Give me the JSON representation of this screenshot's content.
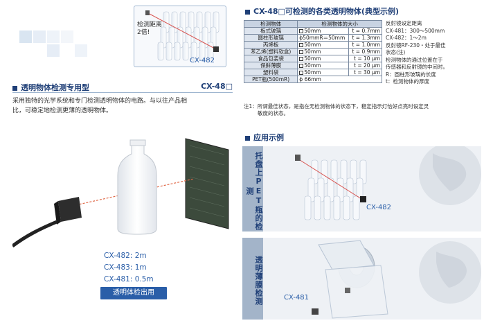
{
  "top_callout": {
    "line1": "检测距离",
    "line2": "2倍!",
    "model": "CX-482"
  },
  "section1": {
    "title": "透明物体检测专用型",
    "series": "CX-48□",
    "desc_line1": "采用独特的光学系统和专门检测透明物体的电路。与以往产品相",
    "desc_line2": "比，可稳定地检测更薄的透明物体。"
  },
  "models": [
    "CX-482: 2m",
    "CX-483: 1m",
    "CX-481: 0.5m"
  ],
  "badge": "透明体检出用",
  "section2": {
    "title": "CX-48□可检测的各类透明物体(典型示例)",
    "table_header_obj": "检测物体",
    "table_header_size": "检测物体的大小",
    "rows": [
      {
        "name": "板式玻璃",
        "size": "50mm",
        "size_box": true,
        "thick": "t = 0.7mm"
      },
      {
        "name": "圆柱形玻璃",
        "size": "ϕ50mmR＝50mm",
        "size_box": false,
        "thick": "t = 1.3mm"
      },
      {
        "name": "丙烯板",
        "size": "50mm",
        "size_box": true,
        "thick": "t = 1.0mm"
      },
      {
        "name": "苯乙烯(塑料软盒)",
        "size": "50mm",
        "size_box": true,
        "thick": "t = 0.9mm"
      },
      {
        "name": "食品包装袋",
        "size": "50mm",
        "size_box": true,
        "thick": "t = 10 μm"
      },
      {
        "name": "保鲜薄膜",
        "size": "50mm",
        "size_box": true,
        "thick": "t = 20 μm"
      },
      {
        "name": "塑料袋",
        "size": "50mm",
        "size_box": true,
        "thick": "t = 30 μm"
      },
      {
        "name": "PET瓶(500mR)",
        "size": "ϕ 66mm",
        "size_box": false,
        "thick": ""
      }
    ],
    "side_notes": [
      "反射镜设定距离",
      "CX-481：300～500mm",
      "CX-482：1～2m",
      "反射镜RF-230・处于最佳",
      "状态(注)",
      "检测物体的通过位置在于",
      "传感器和反射镜的中间时。",
      "R：圆柱形玻璃的长度",
      "t：检测物体的厚度"
    ],
    "note_line1": "注1：所谓最佳状态，是指在无检测物体的状态下，稳定指示灯恰好点亮时设定灵",
    "note_line2": "敏度的状态。"
  },
  "section3": {
    "title": "应用示例",
    "app1_tab": "托盘上PET瓶的检测",
    "app1_model": "CX-482",
    "app2_tab": "透明薄膜检测",
    "app2_model": "CX-481"
  },
  "colors": {
    "brand_blue": "#2a5ea8",
    "header_navy": "#1f3f77",
    "tab_blue": "#a3b4c9",
    "laser_red": "#d9534f"
  }
}
